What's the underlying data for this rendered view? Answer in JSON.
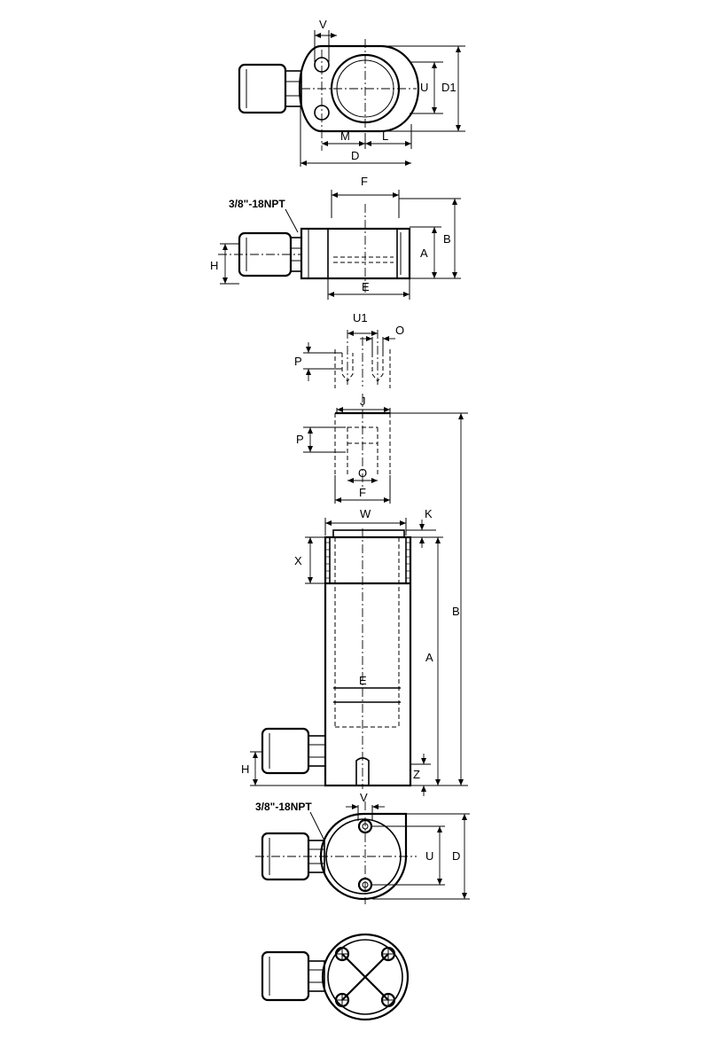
{
  "views": {
    "top_flange": {
      "labels": {
        "v": "V",
        "u": "U",
        "d1": "D1",
        "m": "M",
        "l": "L",
        "d": "D"
      }
    },
    "side_flange": {
      "labels": {
        "port": "3/8\"-18NPT",
        "f": "F",
        "b": "B",
        "a": "A",
        "h": "H",
        "e": "E"
      }
    },
    "plunger_detail": {
      "labels": {
        "u1": "U1",
        "o": "O",
        "p": "P"
      }
    },
    "saddle_detail": {
      "labels": {
        "j": "J",
        "p": "P",
        "o": "O",
        "f": "F"
      }
    },
    "cylinder": {
      "labels": {
        "w": "W",
        "k": "K",
        "x": "X",
        "b": "B",
        "a": "A",
        "e": "E",
        "h": "H",
        "z": "Z"
      }
    },
    "base_view": {
      "labels": {
        "port": "3/8\"-18NPT",
        "v": "V",
        "u": "U",
        "d": "D"
      }
    }
  }
}
